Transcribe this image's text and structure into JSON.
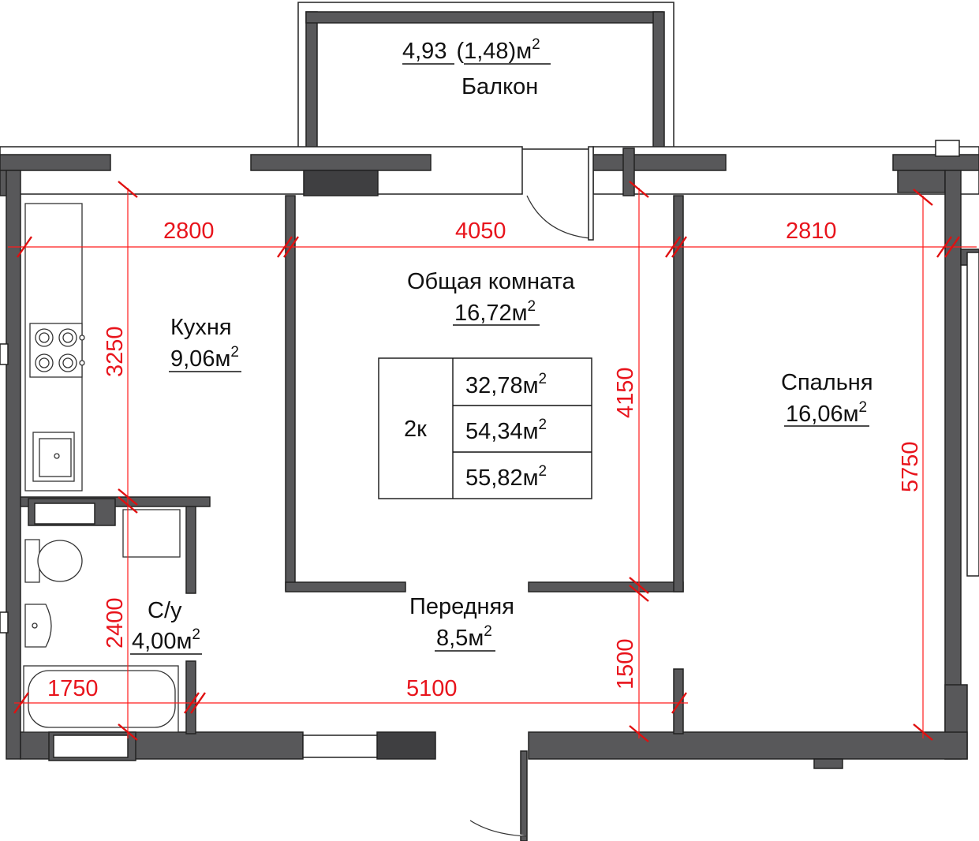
{
  "rooms": {
    "balcony": {
      "area": "4,93",
      "area_alt": "(1,48)м",
      "sup": "2",
      "name": "Балкон"
    },
    "living": {
      "name": "Общая комната",
      "area": "16,72м",
      "sup": "2"
    },
    "kitchen": {
      "name": "Кухня",
      "area": "9,06м",
      "sup": "2"
    },
    "bedroom": {
      "name": "Спальня",
      "area": "16,06м",
      "sup": "2"
    },
    "hall": {
      "name": "Передняя",
      "area": "8,5м",
      "sup": "2"
    },
    "bathroom": {
      "name": "С/у",
      "area": "4,00м",
      "sup": "2"
    }
  },
  "summary": {
    "type": "2к",
    "rows": [
      {
        "value": "32,78м",
        "sup": "2"
      },
      {
        "value": "54,34м",
        "sup": "2"
      },
      {
        "value": "55,82м",
        "sup": "2"
      }
    ]
  },
  "dimensions": {
    "kitchen_width": "2800",
    "living_width": "4050",
    "bedroom_width": "2810",
    "kitchen_depth": "3250",
    "living_depth": "4150",
    "bedroom_depth": "5750",
    "bath_depth": "2400",
    "hall_depth": "1500",
    "bath_width": "1750",
    "hall_width": "5100"
  },
  "colors": {
    "wall": "#58585a",
    "dimension": "#e8141c"
  }
}
